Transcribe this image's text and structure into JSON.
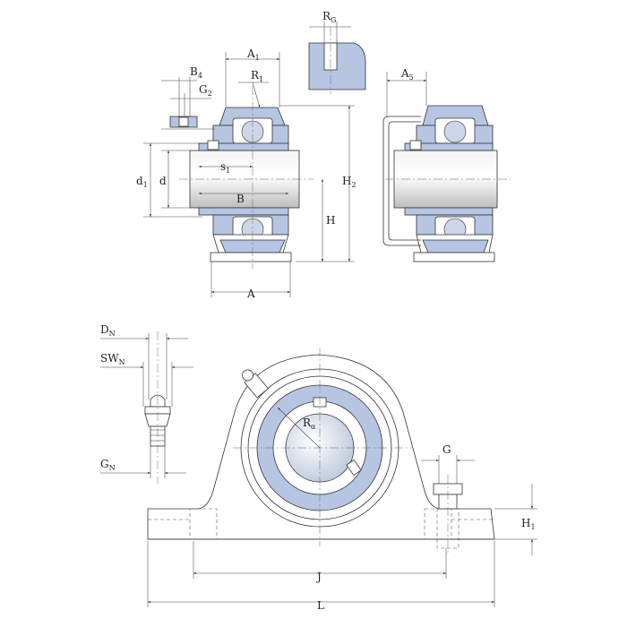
{
  "labels": {
    "A": "A",
    "A1": "A",
    "A1_sub": "1",
    "A5": "A",
    "A5_sub": "5",
    "B": "B",
    "B4": "B",
    "B4_sub": "4",
    "G2": "G",
    "G2_sub": "2",
    "R1": "R",
    "R1_sub": "1",
    "RG": "R",
    "RG_sub": "G",
    "s1": "s",
    "s1_sub": "1",
    "d": "d",
    "d1": "d",
    "d1_sub": "1",
    "H": "H",
    "H2": "H",
    "H2_sub": "2",
    "DN": "D",
    "DN_sub": "N",
    "SWN": "SW",
    "SWN_sub": "N",
    "GN": "G",
    "GN_sub": "N",
    "Ra": "R",
    "Ra_sub": "α",
    "G": "G",
    "H1": "H",
    "H1_sub": "1",
    "J": "J",
    "L": "L"
  },
  "colors": {
    "housing_fill": "#b5c5e2",
    "shaft_fill": "#dcdcdc",
    "line": "#333333"
  }
}
